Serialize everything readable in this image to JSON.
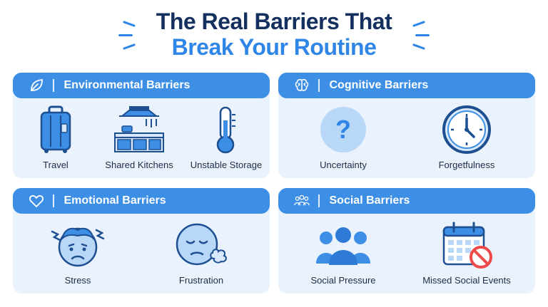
{
  "title": {
    "line1": "The Real Barriers That",
    "line2": "Break Your Routine"
  },
  "colors": {
    "navy": "#14305e",
    "accent": "#2f86e6",
    "header": "#3d8fe6",
    "panel": "#eaf3fd",
    "alert": "#ef4a4a"
  },
  "panels": {
    "environmental": {
      "title": "Environmental Barriers",
      "icon": "leaf-icon",
      "items": [
        {
          "label": "Travel",
          "icon": "suitcase-icon"
        },
        {
          "label": "Shared Kitchens",
          "icon": "kitchen-icon"
        },
        {
          "label": "Unstable Storage",
          "icon": "thermometer-icon"
        }
      ]
    },
    "cognitive": {
      "title": "Cognitive Barriers",
      "icon": "brain-icon",
      "items": [
        {
          "label": "Uncertainty",
          "icon": "question-icon"
        },
        {
          "label": "Forgetfulness",
          "icon": "clock-icon"
        }
      ]
    },
    "emotional": {
      "title": "Emotional Barriers",
      "icon": "heart-icon",
      "items": [
        {
          "label": "Stress",
          "icon": "stressed-face-icon"
        },
        {
          "label": "Frustration",
          "icon": "frustrated-face-icon"
        }
      ]
    },
    "social": {
      "title": "Social Barriers",
      "icon": "people-icon",
      "items": [
        {
          "label": "Social Pressure",
          "icon": "group-icon"
        },
        {
          "label": "Missed Social Events",
          "icon": "calendar-cancel-icon"
        }
      ]
    }
  }
}
